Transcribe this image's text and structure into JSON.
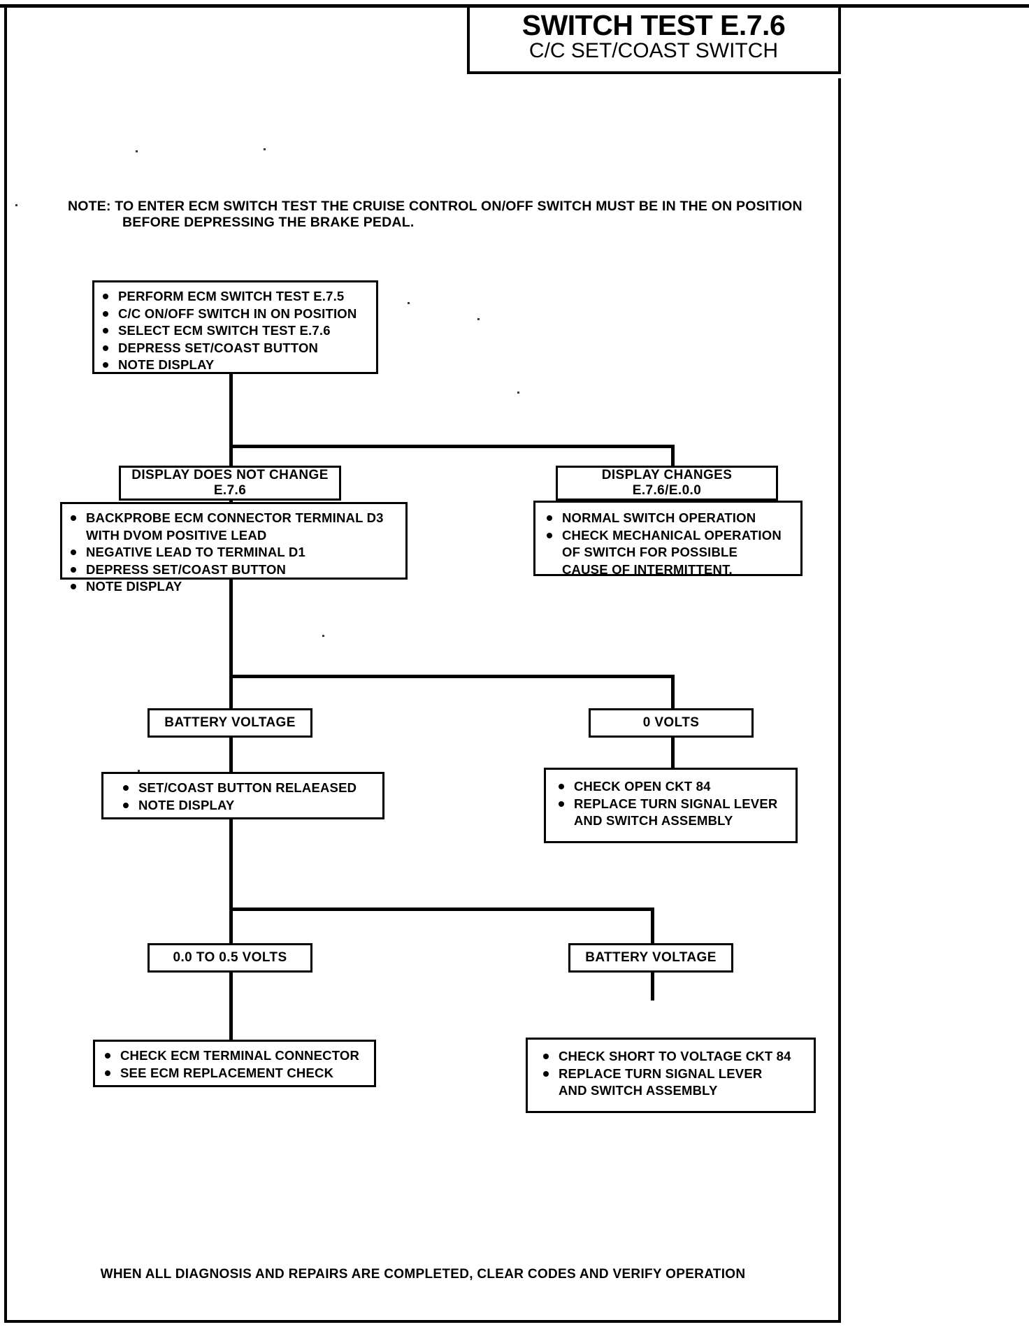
{
  "header": {
    "title": "SWITCH TEST E.7.6",
    "subtitle": "C/C SET/COAST SWITCH"
  },
  "note": {
    "line1": "NOTE: TO ENTER ECM SWITCH TEST THE CRUISE CONTROL ON/OFF SWITCH MUST BE IN THE ON POSITION",
    "line2": "BEFORE DEPRESSING THE BRAKE PEDAL."
  },
  "footer": {
    "text": "WHEN ALL DIAGNOSIS AND REPAIRS ARE COMPLETED, CLEAR CODES AND VERIFY OPERATION"
  },
  "boxes": {
    "start": {
      "items": [
        "PERFORM ECM SWITCH TEST E.7.5",
        "C/C ON/OFF SWITCH IN ON POSITION",
        "SELECT ECM SWITCH TEST E.7.6",
        "DEPRESS SET/COAST BUTTON",
        "NOTE DISPLAY"
      ]
    },
    "display_no_change": {
      "line1": "DISPLAY DOES NOT CHANGE",
      "line2": "E.7.6"
    },
    "display_changes": {
      "line1": "DISPLAY CHANGES",
      "line2": "E.7.6/E.0.0"
    },
    "backprobe": {
      "items": [
        "BACKPROBE ECM CONNECTOR TERMINAL D3",
        "NEGATIVE LEAD TO TERMINAL D1",
        "DEPRESS SET/COAST BUTTON",
        "NOTE DISPLAY"
      ],
      "item1_cont": "WITH DVOM POSITIVE LEAD"
    },
    "normal_operation": {
      "items": [
        "NORMAL SWITCH OPERATION",
        "CHECK MECHANICAL OPERATION"
      ],
      "item2_cont1": "OF SWITCH  FOR POSSIBLE",
      "item2_cont2": "CAUSE OF INTERMITTENT."
    },
    "battery_voltage_1": {
      "label": "BATTERY VOLTAGE"
    },
    "zero_volts": {
      "label": "0 VOLTS"
    },
    "released": {
      "items": [
        "SET/COAST BUTTON RELAEASED",
        "NOTE DISPLAY"
      ]
    },
    "open_ckt": {
      "items": [
        "CHECK OPEN CKT 84",
        "REPLACE TURN SIGNAL LEVER"
      ],
      "item2_cont": "AND SWITCH ASSEMBLY"
    },
    "volts_range": {
      "label": "0.0 TO 0.5 VOLTS"
    },
    "battery_voltage_2": {
      "label": "BATTERY VOLTAGE"
    },
    "ecm_terminal": {
      "items": [
        "CHECK ECM TERMINAL CONNECTOR",
        "SEE ECM REPLACEMENT  CHECK"
      ]
    },
    "short_to_voltage": {
      "items": [
        "CHECK SHORT TO VOLTAGE CKT 84",
        "REPLACE TURN SIGNAL LEVER"
      ],
      "item2_cont": "AND SWITCH ASSEMBLY"
    }
  }
}
